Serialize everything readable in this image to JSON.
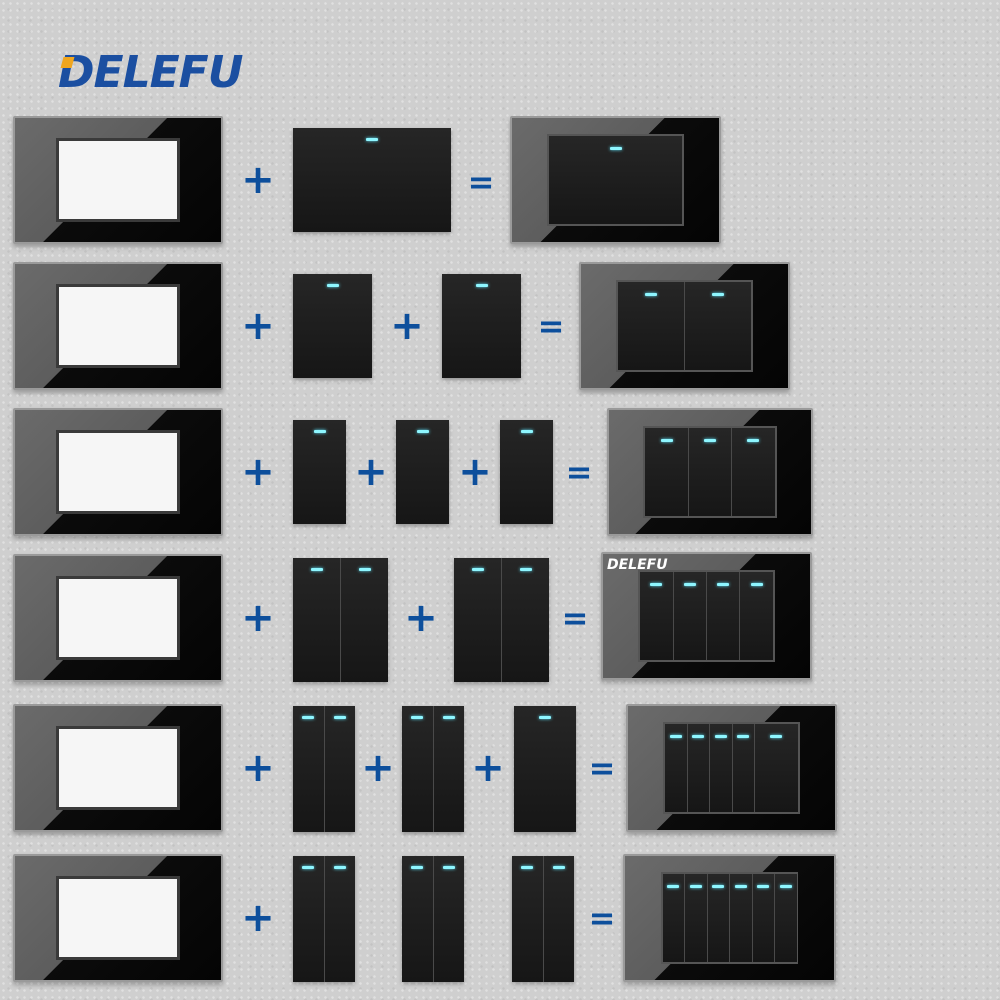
{
  "brand": {
    "logo": "DELEFU",
    "logo_color": "#1b4fa1",
    "accent_color": "#f0a61e"
  },
  "operators": {
    "plus": "+",
    "equals": "="
  },
  "colors": {
    "operator": "#0d4f9c",
    "indicator_led": "#8ef6ff",
    "switch_body": "#1a1a1a"
  },
  "rows": [
    {
      "modules": [
        "1-gang"
      ],
      "result_gangs": 1
    },
    {
      "modules": [
        "1-gang",
        "1-gang"
      ],
      "result_gangs": 2
    },
    {
      "modules": [
        "1-gang",
        "1-gang",
        "1-gang"
      ],
      "result_gangs": 3
    },
    {
      "modules": [
        "2-gang",
        "2-gang"
      ],
      "result_gangs": 4
    },
    {
      "modules": [
        "2-gang",
        "2-gang",
        "1-gang"
      ],
      "result_gangs": 5
    },
    {
      "modules": [
        "2-gang",
        "2-gang",
        "2-gang"
      ],
      "result_gangs": 6
    }
  ],
  "result_frame_brand": "DELEFU"
}
